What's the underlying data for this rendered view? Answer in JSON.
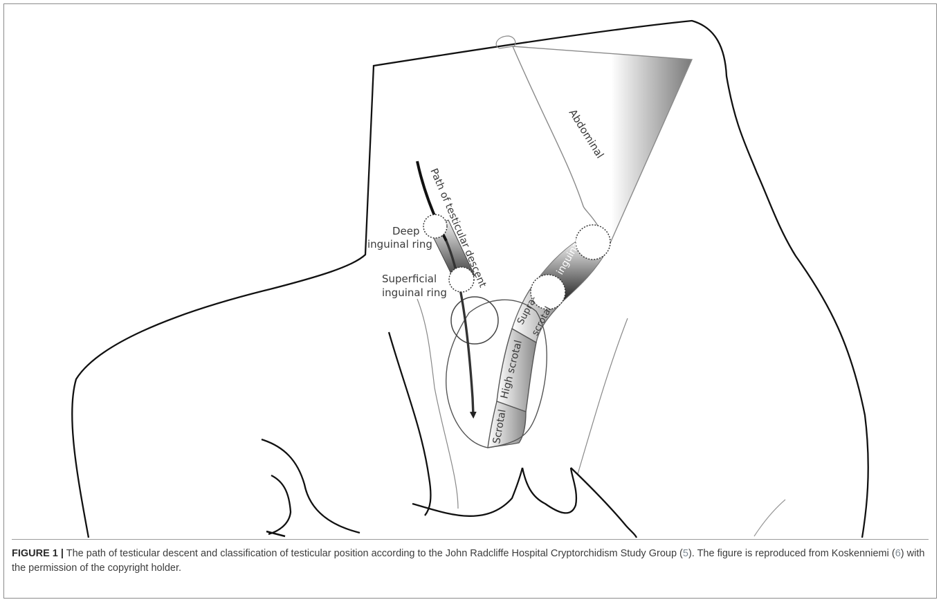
{
  "figure": {
    "labels": {
      "abdominal": "Abdominal",
      "path": "Path of testicular descent",
      "deep_1": "Deep",
      "deep_2": "inguinal ring",
      "superficial_1": "Superficial",
      "superficial_2": "inguinal ring",
      "inguinal": "inguinal",
      "suprascrotal_1": "Supra-",
      "suprascrotal_2": "scrotal",
      "high_scrotal": "High scrotal",
      "scrotal": "Scrotal"
    }
  },
  "caption": {
    "label": "FIGURE 1 |",
    "part1": " The path of testicular descent and classification of testicular position according to the John Radcliffe Hospital Cryptorchidism Study Group (",
    "ref1": "5",
    "part2": "). The figure is reproduced from Koskenniemi (",
    "ref2": "6",
    "part3": ") with the permission of the copyright holder."
  }
}
